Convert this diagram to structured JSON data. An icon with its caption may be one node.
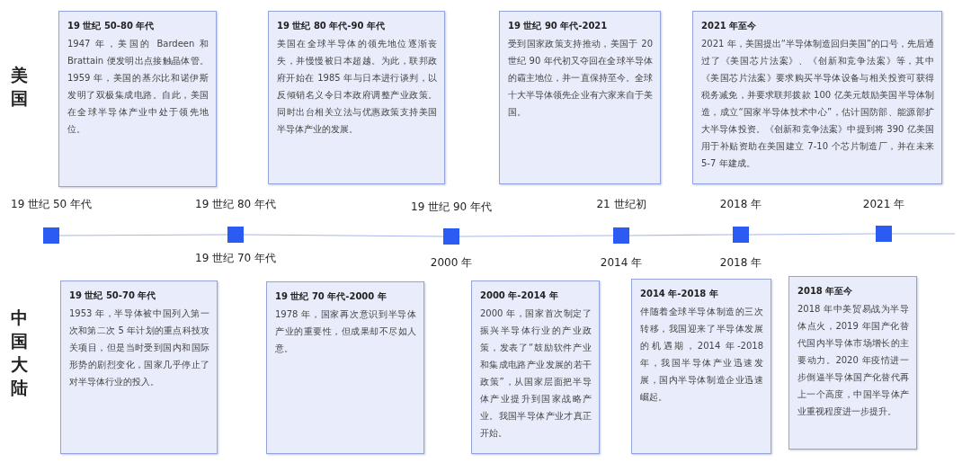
{
  "diagram": {
    "nodes": [
      {
        "text": [
          "19 世纪 50-80 年代",
          "1947 年，美国的 Bardeen 和 Brattain 便发明出点接触晶体管。1959 年，美国的基尔比和诺伊斯发明了双极集成电路。自此，美国在全球半导体产业中处于领先地位。"
        ]
      },
      {
        "text": [
          "19 世纪 80 年代-90 年代",
          "美国在全球半导体的领先地位逐渐丧失，并慢慢被日本超越。为此，联邦政府开始在 1985 年与日本进行谈判，以反倾销名义令日本政府调整产业政策。同时出台相关立法与优惠政策支持美国半导体产业的发展。"
        ]
      },
      {
        "text": [
          "19 世纪 90 年代-2021",
          "受到国家政策支持推动，美国于 20 世纪 90 年代初又夺回在全球半导体的霸主地位，并一直保持至今。全球十大半导体领先企业有六家来自于美国。"
        ]
      },
      {
        "text": [
          "2021 年至今",
          "2021 年，美国提出“半导体制造回归美国”的口号，先后通过了《美国芯片法案》、《创新和竞争法案》等，其中《美国芯片法案》要求购买半导体设备与相关投资可获得税务减免，并要求联邦拨款 100 亿美元鼓励美国半导体制造，成立“国家半导体技术中心”，估计国防部、能源部扩大半导体投资。《创新和竞争法案》中提到将 390 亿美国用于补贴资助在美国建立 7-10 个芯片制造厂，并在未来 5-7 年建成。"
        ]
      },
      {
        "text": [],
        "shape": "box",
        "beside": [
          "19 世纪 50 年代"
        ]
      },
      {
        "text": [],
        "shape": "box",
        "beside": [
          "19 世纪 80 年代",
          "19 世纪 70 年代"
        ]
      },
      {
        "text": [],
        "shape": "box",
        "beside": [
          "19 世纪 90 年代",
          "2000 年"
        ]
      },
      {
        "text": [],
        "shape": "box",
        "beside": [
          "21 世纪初",
          "2014 年"
        ]
      },
      {
        "text": [],
        "shape": "box",
        "beside": [
          "2018 年",
          "2018 年"
        ]
      },
      {
        "text": [],
        "shape": "box",
        "beside": [
          "2021 年"
        ]
      },
      {
        "text": [
          "19 世纪 50-70 年代",
          "1953 年，半导体被中国列入第一次和第二次 5 年计划的重点科技攻关项目，但是当时受到国内和国际形势的剧烈变化，国家几乎停止了对半导体行业的投入。"
        ]
      },
      {
        "text": [
          "19 世纪 70 年代-2000 年",
          "1978 年，国家再次意识到半导体产业的重要性，但成果却不尽如人意。"
        ]
      },
      {
        "text": [
          "2000 年-2014 年",
          "2000 年，国家首次制定了振兴半导体行业的产业政策，发表了“鼓励软件产业和集成电路产业发展的若干政策”，从国家层面把半导体产业提升到国家战略产业。我国半导体产业才真正开始。"
        ]
      },
      {
        "text": [
          "2014 年-2018 年",
          "伴随着全球半导体制造的三次转移，我国迎来了半导体发展的机遇期，2014 年-2018 年，我国半导体产业迅速发展，国内半导体制造企业迅速崛起。"
        ]
      },
      {
        "text": [
          "2018 年至今",
          "2018 年中美贸易战为半导体点火，2019 年国产化替代国内半导体市场增长的主要动力。2020 年疫情进一步倒逼半导体国产化替代再上一个高度，中国半导体产业重视程度进一步提升。"
        ]
      }
    ],
    "edges": [
      {
        "from": 4,
        "to": 5,
        "arrow": "none"
      },
      {
        "from": 5,
        "to": 6,
        "arrow": "none"
      },
      {
        "from": 6,
        "to": 7,
        "arrow": "none"
      },
      {
        "from": 7,
        "to": 8,
        "arrow": "none"
      },
      {
        "from": 8,
        "to": 9,
        "arrow": "none"
      },
      {
        "from": 9,
        "to": null,
        "arrow": "none"
      }
    ],
    "labels": [
      "美国",
      "中国大陆"
    ]
  }
}
